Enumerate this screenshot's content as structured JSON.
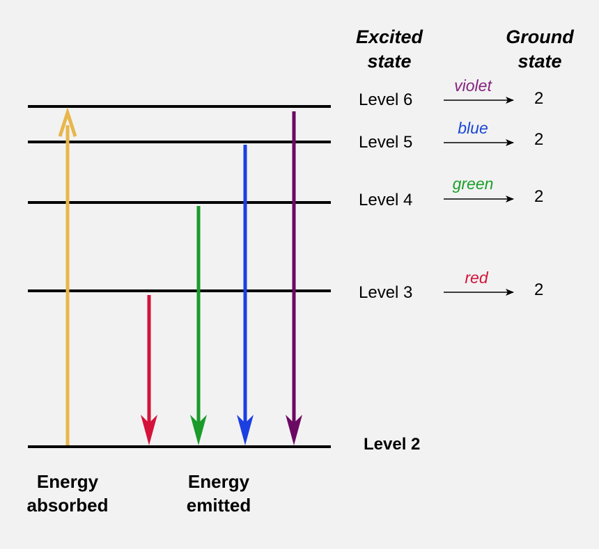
{
  "header": {
    "excited": [
      "Excited",
      "state"
    ],
    "ground": [
      "Ground",
      "state"
    ]
  },
  "levels": [
    {
      "label": "Level 6",
      "color_name": "violet",
      "color": "#84237e",
      "ground": "2"
    },
    {
      "label": "Level 5",
      "color_name": "blue",
      "color": "#1a47d6",
      "ground": "2"
    },
    {
      "label": "Level 4",
      "color_name": "green",
      "color": "#1a9f2a",
      "ground": "2"
    },
    {
      "label": "Level 3",
      "color_name": "red",
      "color": "#d1143a",
      "ground": "2"
    }
  ],
  "base_level": "Level 2",
  "captions": {
    "absorbed": [
      "Energy",
      "absorbed"
    ],
    "emitted": [
      "Energy",
      "emitted"
    ]
  },
  "arrow_colors": {
    "absorbed": "#e8b64c",
    "red": "#d4123a",
    "green": "#1a9b2a",
    "blue": "#1c3fe0",
    "violet": "#6a0a62"
  }
}
